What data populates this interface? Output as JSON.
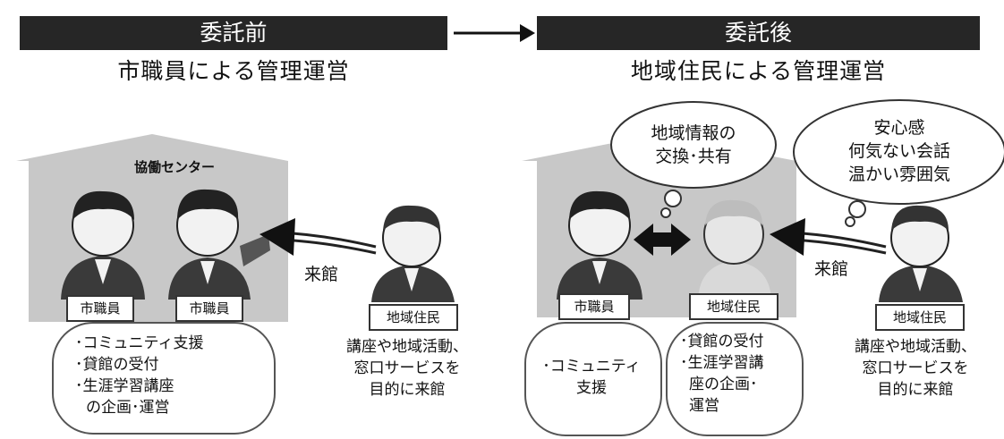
{
  "colors": {
    "bar": "#262626",
    "house": "#c8c8c8",
    "suit": "#3a3a3a",
    "face": "#f2f2f2"
  },
  "before": {
    "header": "委託前",
    "subtitle": "市職員による管理運営",
    "house_title": "協働センター",
    "person_labels": [
      "市職員",
      "市職員"
    ],
    "duties": [
      "･コミュニティ支援",
      "･貸館の受付",
      "･生涯学習講座",
      "の企画･運営"
    ],
    "arrow_label": "来館",
    "visitor_label": "地域住民",
    "visitor_purpose": [
      "講座や地域活動、",
      "窓口サービスを",
      "目的に来館"
    ]
  },
  "after": {
    "header": "委託後",
    "subtitle": "地域住民による管理運営",
    "person_labels": [
      "市職員",
      "地域住民"
    ],
    "bubble_left": [
      "地域情報の",
      "交換･共有"
    ],
    "bubble_right": [
      "安心感",
      "何気ない会話",
      "温かい雰囲気"
    ],
    "duties_staff": [
      "･コミュニティ",
      "支援"
    ],
    "duties_resident": [
      "･貸館の受付",
      "･生涯学習講",
      "座の企画･",
      "運営"
    ],
    "arrow_label": "来館",
    "visitor_label": "地域住民",
    "visitor_purpose": [
      "講座や地域活動、",
      "窓口サービスを",
      "目的に来館"
    ]
  }
}
